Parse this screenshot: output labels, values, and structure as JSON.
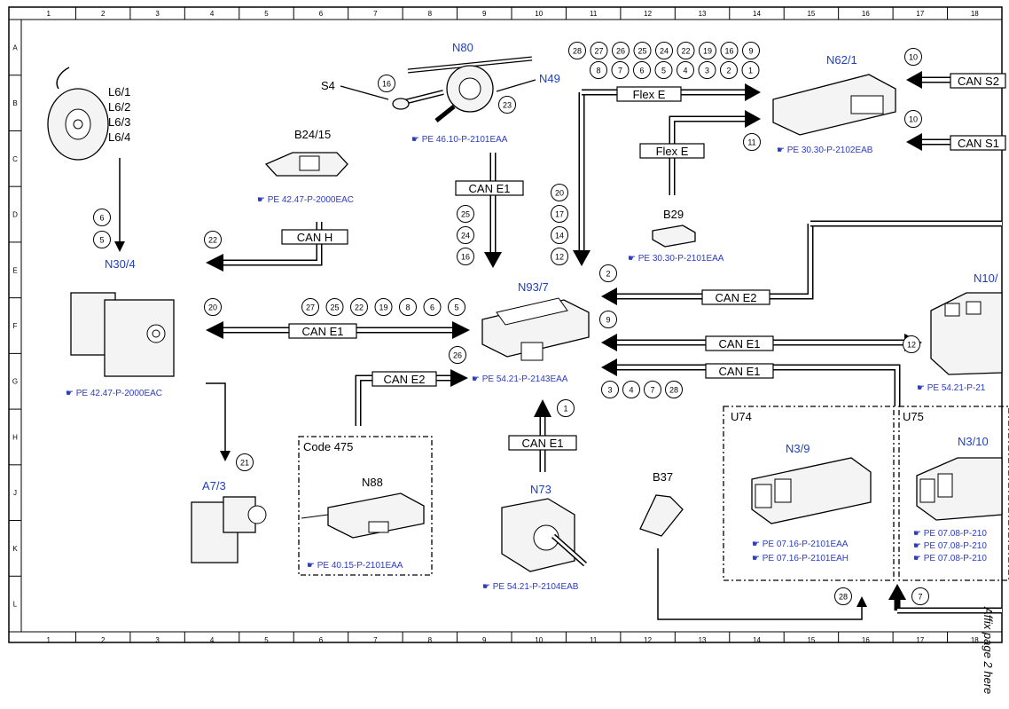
{
  "grid": {
    "columns": [
      "1",
      "2",
      "3",
      "4",
      "5",
      "6",
      "7",
      "8",
      "9",
      "10",
      "11",
      "12",
      "13",
      "14",
      "15",
      "16",
      "17",
      "18"
    ],
    "rows": [
      "A",
      "B",
      "C",
      "D",
      "E",
      "F",
      "G",
      "H",
      "J",
      "K",
      "L"
    ]
  },
  "components": {
    "L6": {
      "lines": [
        "L6/1",
        "L6/2",
        "L6/3",
        "L6/4"
      ]
    },
    "N80": {
      "label": "N80"
    },
    "S4": {
      "label": "S4"
    },
    "N49": {
      "label": "N49"
    },
    "N80_ref": {
      "text": "PE 46.10-P-2101EAA"
    },
    "N62_1": {
      "label": "N62/1",
      "ref": "PE 30.30-P-2102EAB"
    },
    "B24_15": {
      "label": "B24/15",
      "ref": "PE 42.47-P-2000EAC"
    },
    "B29": {
      "label": "B29",
      "ref": "PE 30.30-P-2101EAA"
    },
    "N30_4": {
      "label": "N30/4",
      "ref": "PE 42.47-P-2000EAC"
    },
    "N93_7": {
      "label": "N93/7",
      "ref": "PE 54.21-P-2143EAA"
    },
    "N10": {
      "label": "N10/",
      "ref": "PE 54.21-P-21"
    },
    "A7_3": {
      "label": "A7/3"
    },
    "code475": {
      "label": "Code 475"
    },
    "N88": {
      "label": "N88",
      "ref": "PE 40.15-P-2101EAA"
    },
    "N73": {
      "label": "N73",
      "ref": "PE 54.21-P-2104EAB"
    },
    "B37": {
      "label": "B37"
    },
    "U74": {
      "label": "U74"
    },
    "N3_9": {
      "label": "N3/9",
      "refs": [
        "PE 07.16-P-2101EAA",
        "PE 07.16-P-2101EAH"
      ]
    },
    "U75": {
      "label": "U75"
    },
    "N3_10": {
      "label": "N3/10",
      "refs": [
        "PE 07.08-P-210",
        "PE 07.08-P-210",
        "PE 07.08-P-210"
      ]
    }
  },
  "buses": {
    "can_s2": "CAN S2",
    "can_s1": "CAN S1",
    "flex_e_1": "Flex E",
    "flex_e_2": "Flex E",
    "can_h": "CAN H",
    "can_e1_top": "CAN E1",
    "can_e1_left": "CAN E1",
    "can_e2_left": "CAN E2",
    "can_e2_right": "CAN E2",
    "can_e1_right1": "CAN E1",
    "can_e1_right2": "CAN E1",
    "can_e1_n73": "CAN E1"
  },
  "callouts": {
    "top_row1": [
      "28",
      "27",
      "26",
      "25",
      "24",
      "22",
      "19",
      "16",
      "9"
    ],
    "top_row2": [
      "8",
      "7",
      "6",
      "5",
      "4",
      "3",
      "2",
      "1"
    ],
    "s4_16": "16",
    "n49_23": "23",
    "s2_10": "10",
    "s1_10": "10",
    "flex_11": "11",
    "col_left": [
      "20",
      "17",
      "14",
      "12"
    ],
    "col_mid": [
      "25",
      "24",
      "16"
    ],
    "l6_6": "6",
    "l6_5": "5",
    "canh_22": "22",
    "cane1_left_20": "20",
    "cane1_top": [
      "27",
      "25",
      "22",
      "19",
      "8",
      "6",
      "5"
    ],
    "n93_26": "26",
    "e2_2": "2",
    "e1_9": "9",
    "e1_12": "12",
    "bottom_row": [
      "3",
      "4",
      "7",
      "28"
    ],
    "n73_1": "1",
    "a73_21": "21",
    "b37_28": "28",
    "u75_7": "7"
  },
  "side_note": "Affix page 2 here"
}
